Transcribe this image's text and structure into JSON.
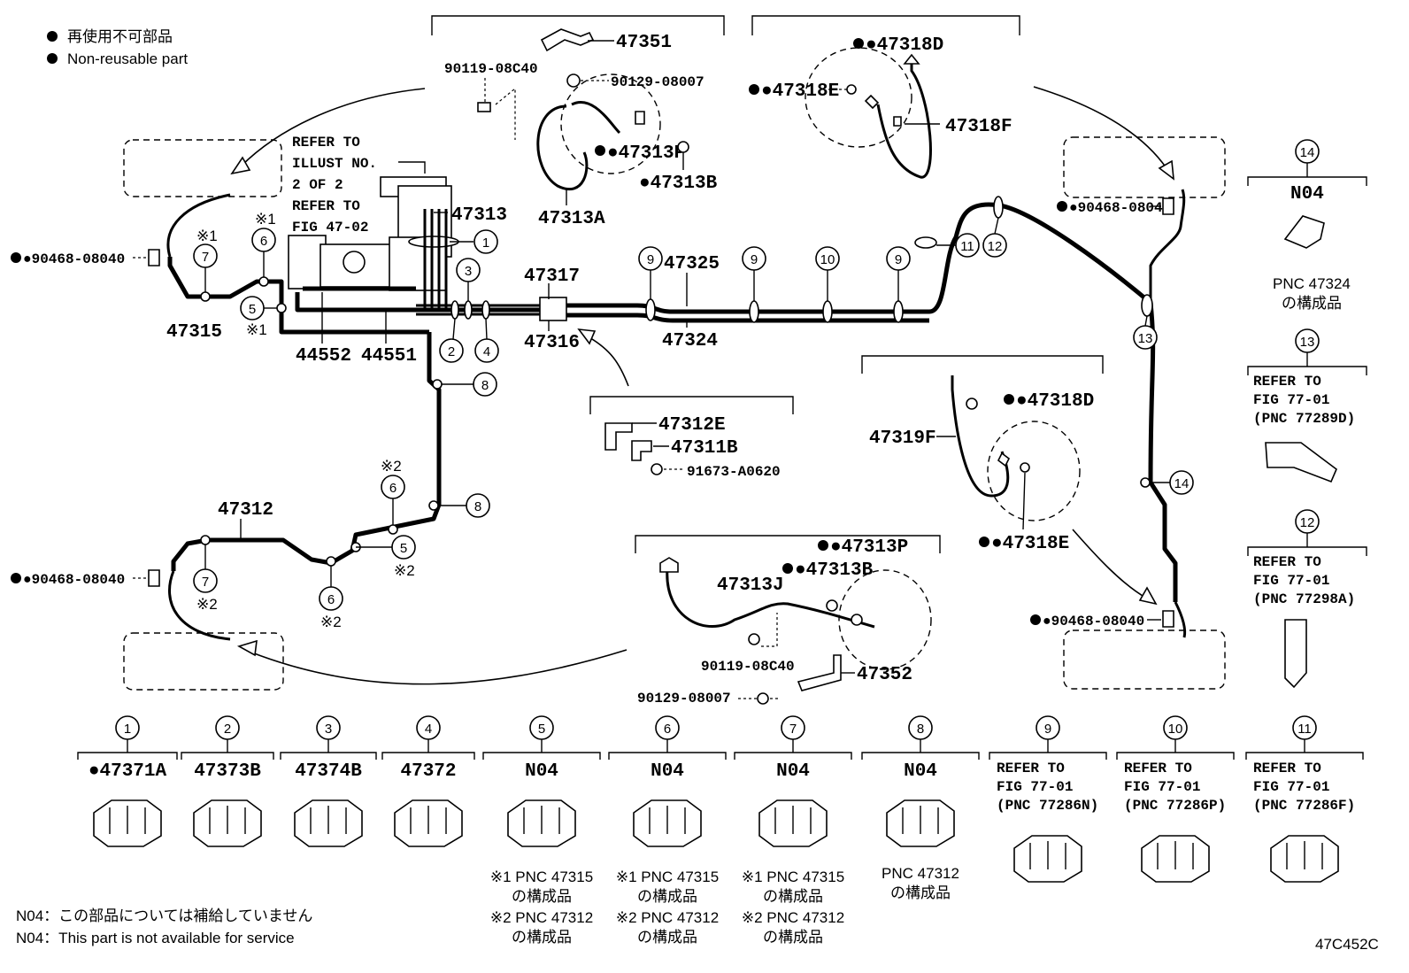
{
  "legend": {
    "jp": "再使用不可部品",
    "en": "Non-reusable part"
  },
  "footnotes": {
    "n04_jp": "N04：この部品については補給していません",
    "n04_en": "N04：This part is not available for service"
  },
  "figure_code": "47C452C",
  "labels": {
    "p47351": "47351",
    "p90119_top": "90119-08C40",
    "p90129_top": "90129-08007",
    "p47313P_top": "●47313P",
    "p47313B_top": "●47313B",
    "p47313": "47313",
    "p47313A": "47313A",
    "p47318D_top": "●47318D",
    "p47318E_top": "●47318E",
    "p47318F": "47318F",
    "refer1": "REFER TO",
    "refer2": "ILLUST NO.",
    "refer3": "2 OF 2",
    "refer4": "REFER TO",
    "refer5": "FIG 47-02",
    "p90468_left": "●90468-08040",
    "p47315": "47315",
    "p44552": "44552",
    "p44551": "44551",
    "p47317": "47317",
    "p47316": "47316",
    "p47325": "47325",
    "p47324": "47324",
    "p90468_tr": "●90468-08040",
    "p47312E": "47312E",
    "p47311B": "47311B",
    "p91673": "91673-A0620",
    "p47312": "47312",
    "p90468_ml": "●90468-08040",
    "p47318D_mid": "●47318D",
    "p47319F": "47319F",
    "p47318E_mid": "●47318E",
    "p47313P_bot": "●47313P",
    "p47313B_bot": "●47313B",
    "p47313J": "47313J",
    "p90119_bot": "90119-08C40",
    "p47352": "47352",
    "p90129_bot": "90129-08007",
    "p90468_br": "●90468-08040",
    "mark1": "※1",
    "mark2": "※2"
  },
  "side_parts": {
    "c14": {
      "num": "14",
      "code": "N04",
      "note1": "PNC 47324",
      "note2": "の構成品"
    },
    "c13": {
      "num": "13",
      "r1": "REFER TO",
      "r2": "FIG 77-01",
      "r3": "(PNC 77289D)"
    },
    "c12": {
      "num": "12",
      "r1": "REFER TO",
      "r2": "FIG 77-01",
      "r3": "(PNC 77298A)"
    }
  },
  "bottom_parts": [
    {
      "num": "1",
      "code": "●47371A"
    },
    {
      "num": "2",
      "code": "47373B"
    },
    {
      "num": "3",
      "code": "47374B"
    },
    {
      "num": "4",
      "code": "47372"
    },
    {
      "num": "5",
      "code": "N04",
      "n1": "※1 PNC 47315",
      "n2": "の構成品",
      "n3": "※2 PNC 47312",
      "n4": "の構成品"
    },
    {
      "num": "6",
      "code": "N04",
      "n1": "※1 PNC 47315",
      "n2": "の構成品",
      "n3": "※2 PNC 47312",
      "n4": "の構成品"
    },
    {
      "num": "7",
      "code": "N04",
      "n1": "※1 PNC 47315",
      "n2": "の構成品",
      "n3": "※2 PNC 47312",
      "n4": "の構成品"
    },
    {
      "num": "8",
      "code": "N04",
      "n1": "PNC 47312",
      "n2": "の構成品"
    },
    {
      "num": "9",
      "r1": "REFER TO",
      "r2": "FIG 77-01",
      "r3": "(PNC 77286N)"
    },
    {
      "num": "10",
      "r1": "REFER TO",
      "r2": "FIG 77-01",
      "r3": "(PNC 77286P)"
    },
    {
      "num": "11",
      "r1": "REFER TO",
      "r2": "FIG 77-01",
      "r3": "(PNC 77286F)"
    }
  ],
  "callouts": [
    "1",
    "2",
    "3",
    "4",
    "5",
    "6",
    "7",
    "8",
    "9",
    "10",
    "11",
    "12",
    "13",
    "14"
  ]
}
